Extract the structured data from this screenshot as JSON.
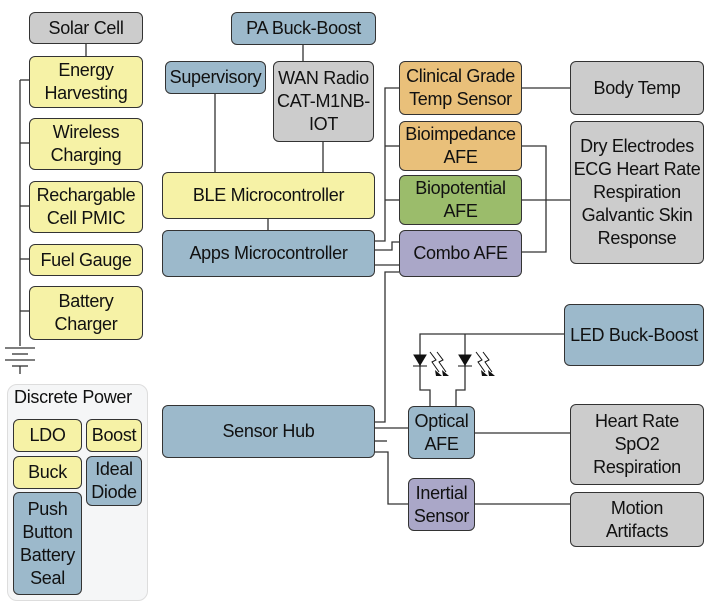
{
  "title": "Wearable Health Monitor Block Diagram",
  "power_chain": {
    "solar_cell": "Solar Cell",
    "energy_harvesting": "Energy\nHarvesting",
    "wireless_charging": "Wireless\nCharging",
    "rechargeable_pmic": "Rechargable\nCell PMIC",
    "fuel_gauge": "Fuel Gauge",
    "battery_charger": "Battery\nCharger"
  },
  "discrete_power": {
    "title": "Discrete Power",
    "ldo": "LDO",
    "boost": "Boost",
    "buck": "Buck",
    "ideal_diode": "Ideal\nDiode",
    "push_button": "Push\nButton\nBattery\nSeal"
  },
  "core": {
    "pa_buck_boost": "PA Buck-Boost",
    "supervisory": "Supervisory",
    "wan_radio": "WAN Radio\nCAT-M1NB-\nIOT",
    "ble_mcu": "BLE Microcontroller",
    "apps_mcu": "Apps Microcontroller",
    "sensor_hub": "Sensor Hub"
  },
  "afe": {
    "temp_sensor": "Clinical Grade\nTemp Sensor",
    "bioimpedance": "Bioimpedance\nAFE",
    "biopotential": "Biopotential\nAFE",
    "combo": "Combo AFE",
    "optical": "Optical\nAFE",
    "inertial": "Inertial\nSensor",
    "led_buck_boost": "LED Buck-Boost"
  },
  "outputs": {
    "body_temp": "Body Temp",
    "ecg": "Dry Electrodes\nECG Heart Rate\nRespiration\nGalvantic Skin\nResponse",
    "heart_rate": "Heart Rate\nSpO2\nRespiration",
    "motion": "Motion\nArtifacts"
  },
  "colors": {
    "gray": "#cccccc",
    "yellow": "#f6f2a6",
    "blue": "#9cb9cb",
    "orange": "#e9c07a",
    "green": "#9bbc6b",
    "purple": "#aaa7c8"
  }
}
